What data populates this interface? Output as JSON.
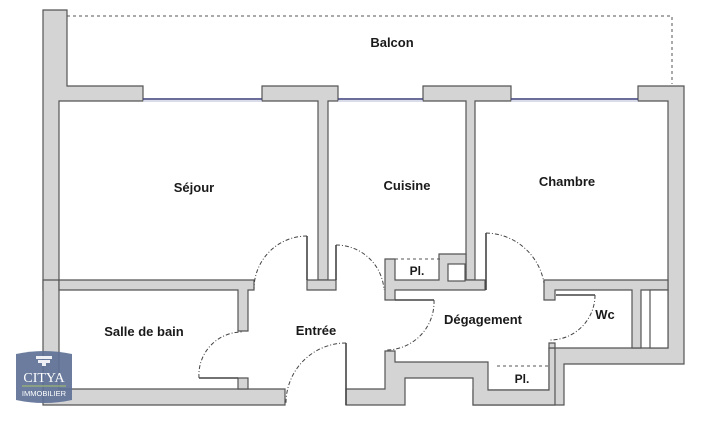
{
  "plan": {
    "rooms": {
      "balcon": "Balcon",
      "sejour": "Séjour",
      "cuisine": "Cuisine",
      "chambre": "Chambre",
      "salle_de_bain": "Salle de bain",
      "entree": "Entrée",
      "degagement": "Dégagement",
      "wc": "Wc",
      "placard_1": "Pl.",
      "placard_2": "Pl."
    },
    "colors": {
      "wall_fill": "#d4d4d4",
      "wall_stroke": "#555555",
      "window": "#3a3f7a",
      "logo_bg": "#5e7196"
    }
  },
  "logo": {
    "brand": "CITYA",
    "subtitle": "IMMOBILIER"
  }
}
